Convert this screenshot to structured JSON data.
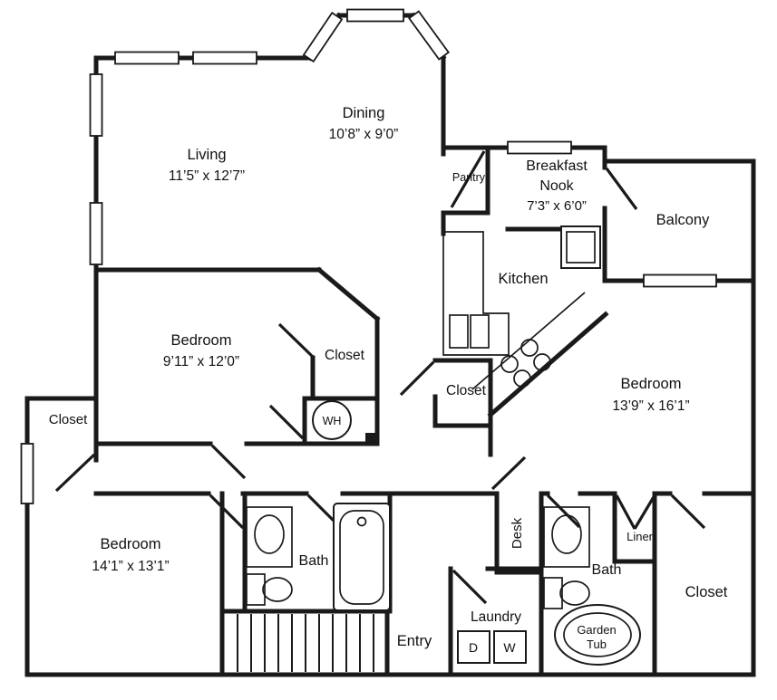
{
  "plan": {
    "type": "apartment-floor-plan",
    "line_color": "#1a1a1a",
    "background": "#ffffff"
  },
  "rooms": {
    "living": {
      "name": "Living",
      "dims": "11’5” x 12’7”"
    },
    "dining": {
      "name": "Dining",
      "dims": "10’8” x 9’0”"
    },
    "pantry": {
      "name": "Pantry"
    },
    "breakfast_nook": {
      "line1": "Breakfast",
      "line2": "Nook",
      "dims": "7’3” x 6’0”"
    },
    "balcony": {
      "name": "Balcony"
    },
    "kitchen": {
      "name": "Kitchen"
    },
    "bedroom_2": {
      "name": "Bedroom",
      "dims": "9’11” x 12’0”"
    },
    "bedroom_2_closet": {
      "name": "Closet"
    },
    "left_closet": {
      "name": "Closet"
    },
    "water_heater": {
      "abbr": "WH"
    },
    "kitchen_closet": {
      "name": "Closet"
    },
    "bedroom_3": {
      "name": "Bedroom",
      "dims": "13’9” x 16’1”"
    },
    "bedroom_1": {
      "name": "Bedroom",
      "dims": "14’1” x 13’1”"
    },
    "bath_1": {
      "name": "Bath"
    },
    "desk": {
      "name": "Desk"
    },
    "linen": {
      "name": "Linen"
    },
    "bath_2": {
      "name": "Bath"
    },
    "right_closet": {
      "name": "Closet"
    },
    "laundry": {
      "name": "Laundry"
    },
    "dryer": {
      "abbr": "D"
    },
    "washer": {
      "abbr": "W"
    },
    "garden_tub": {
      "line1": "Garden",
      "line2": "Tub"
    },
    "entry": {
      "name": "Entry"
    }
  }
}
